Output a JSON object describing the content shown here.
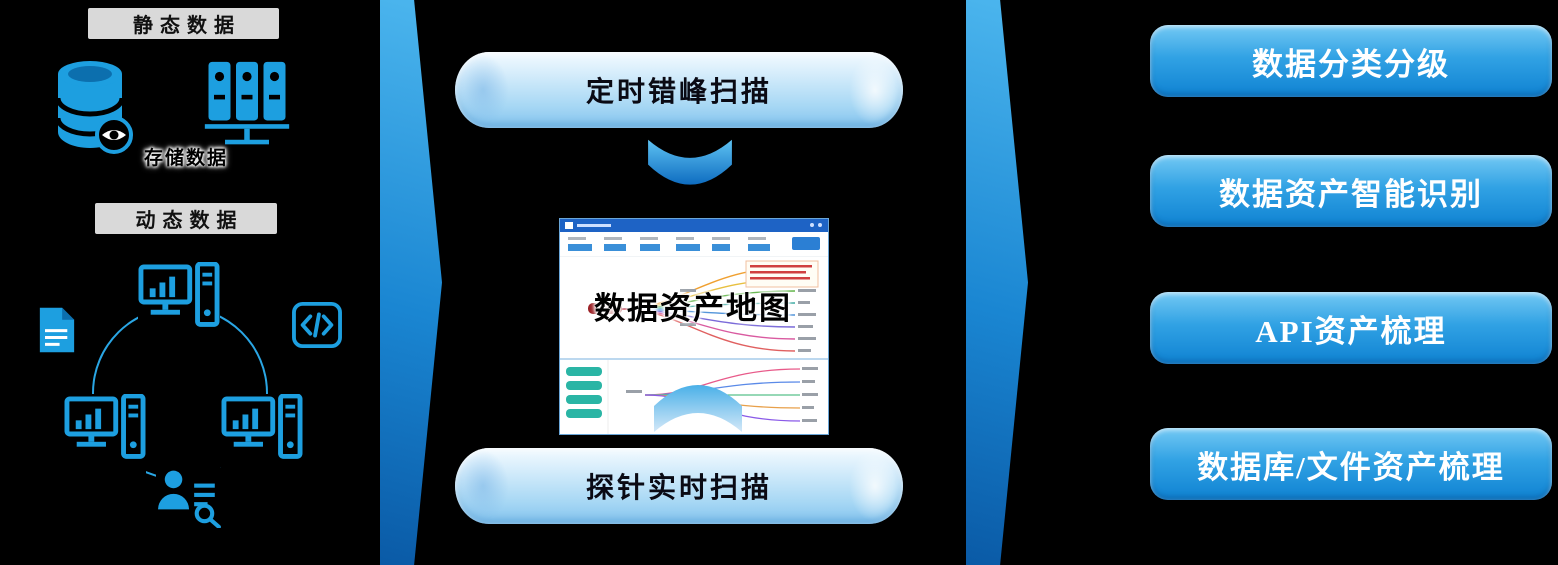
{
  "page": {
    "background": "#000000"
  },
  "left": {
    "static_tag": "静态数据",
    "storage_caption": "存储数据",
    "dynamic_tag": "动态数据",
    "icons": [
      "database-icon",
      "eye-icon",
      "binders-icon",
      "document-icon",
      "workstation-icon",
      "code-icon",
      "person-search-icon"
    ]
  },
  "flow": {
    "top_pipe": "定时错峰扫描",
    "map_overlay": "数据资产地图",
    "bottom_pipe": "探针实时扫描"
  },
  "right": {
    "boxes": [
      {
        "label": "数据分类分级"
      },
      {
        "label": "数据资产智能识别"
      },
      {
        "label": "API资产梳理"
      },
      {
        "label": "数据库/文件资产梳理"
      }
    ]
  },
  "colors": {
    "accent_blue": "#1d9fe0",
    "chevron_gradient_top": "#4cb6ee",
    "chevron_gradient_bottom": "#0a5aa6",
    "pipe_fill": "#cfe9fa",
    "result_box_top": "#74c9f4",
    "result_box_bottom": "#0f82d2",
    "tag_background": "#d9d9d9"
  }
}
